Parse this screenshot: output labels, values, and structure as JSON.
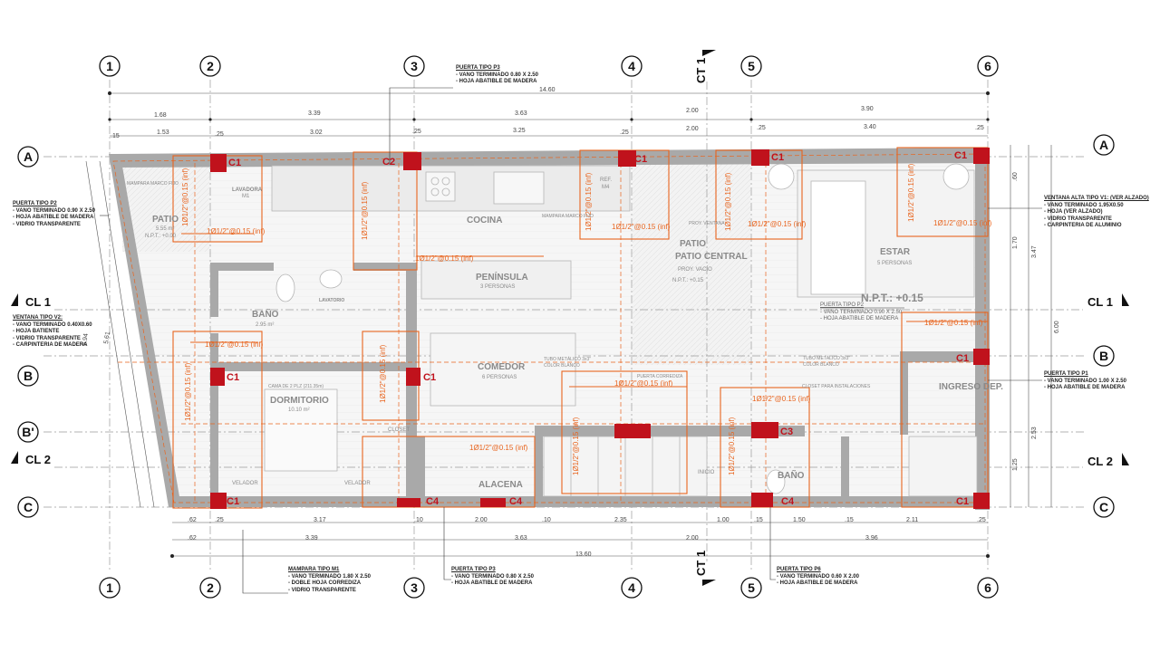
{
  "grid": {
    "columns": [
      "1",
      "2",
      "3",
      "4",
      "5",
      "6"
    ],
    "rows": [
      "A",
      "B",
      "B'",
      "C"
    ]
  },
  "sections": {
    "cl1": "CL 1",
    "cl2": "CL 2",
    "ct1": "CT 1"
  },
  "dimensions": {
    "top_total": "14.60",
    "top_row1": [
      "1.68",
      "3.39",
      "3.63",
      "2.00",
      "3.90"
    ],
    "top_row2": [
      "1.53",
      "3.02",
      "3.25",
      "2.00",
      "3.40"
    ],
    "top_small": [
      ".15",
      ".25",
      ".25",
      ".25",
      ".25",
      ".25"
    ],
    "bottom_row1": [
      ".62",
      ".25",
      "3.17",
      ".10",
      "2.00",
      ".10",
      "2.35",
      "1.00",
      ".15",
      "1.50",
      ".15",
      "2.11",
      ".25"
    ],
    "bottom_row2": [
      ".62",
      "3.39",
      "3.63",
      "2.00",
      "3.96"
    ],
    "bottom_total": "13.60",
    "right_side": [
      "3.47",
      "6.00",
      "2.53",
      "1.25",
      ".60",
      "1.70"
    ],
    "left_side": [
      "5.94",
      "5.61"
    ]
  },
  "columns_tags": {
    "c1": "C1",
    "c2": "C2",
    "c3": "C3",
    "c4": "C4"
  },
  "rebar": {
    "horizontal": "1Ø1/2\"@0.15 (inf)",
    "vertical": "1Ø1/2\"@0.15 (inf)"
  },
  "rooms": {
    "patio": "PATIO",
    "patio_area": "5.55 m²",
    "npt_patio": "N.P.T.: +0.00",
    "lavadora": "LAVADORA",
    "lavadora_id": "M1",
    "cocina": "COCINA",
    "peninsula": "PENÍNSULA",
    "peninsula_sub": "3 PERSONAS",
    "bano1": "BAÑO",
    "bano1_area": "2.95 m²",
    "lavatorio": "LAVATORIO",
    "comedor": "COMEDOR",
    "comedor_sub": "6 PERSONAS",
    "dormitorio": "DORMITORIO",
    "dormitorio_area": "10.10 m²",
    "cama": "CAMA DE 2 PLZ (211.35m)",
    "alacena": "ALACENA",
    "patio_central": "PATIO CENTRAL",
    "proy_vacio": "PROY. VACÍO",
    "npt_central": "N.P.T.: +0.15",
    "estar": "ESTAR",
    "estar_sub": "5 PERSONAS",
    "npt_estar": "N.P.T.: +0.15",
    "ingreso": "INGRESO DEP.",
    "bano2": "BAÑO",
    "closet": "CLOSET",
    "inicio": "INICIO",
    "velador1": "VELADOR",
    "velador2": "VELADOR",
    "tubo1": "TUBO METÁLICO 3x3\"",
    "tubo1_color": "COLOR BLANCO",
    "tubo2": "TUBO METÁLICO 3x3\"",
    "tubo2_color": "COLOR BLANCO",
    "closet_inst": "CLOSET PARA INSTALACIONES",
    "mampara_marco": "MAMPARA MARCO FIJO",
    "mampara_marco2": "MAMPARA MARCO FIJO",
    "puerta_corrediza": "PUERTA CORREDIZA",
    "proy_ventana": "PROY. VENTANA",
    "ref": "REF.",
    "ref_id": "M4"
  },
  "callouts": {
    "p3_top": {
      "title": "PUERTA TIPO P3",
      "lines": [
        "- VANO TERMINADO 0.80 X 2.50",
        "- HOJA ABATIBLE DE MADERA"
      ]
    },
    "p2_left": {
      "title": "PUERTA TIPO P2",
      "lines": [
        "- VANO TERMINADO 0.90 X 2.50",
        "- HOJA ABATIBLE DE MADERA",
        "- VIDRIO TRANSPARENTE"
      ]
    },
    "v2_left": {
      "title": "VENTANA TIPO V2:",
      "lines": [
        "- VANO TERMINADO 0.40X0.60",
        "- HOJA BATIENTE",
        "- VIDRIO TRANSPARENTE",
        "- CARPINTERIA DE MADERA"
      ]
    },
    "v1_right": {
      "title": "VENTANA ALTA TIPO V1: (VER ALZADO)",
      "lines": [
        "- VANO TERMINADO 1.95X0.50",
        "- HOJA (VER ALZADO)",
        "- VIDRIO TRANSPARENTE",
        "- CARPINTERIA DE ALUMINIO"
      ]
    },
    "p1_right": {
      "title": "PUERTA TIPO P1",
      "lines": [
        "- VANO TERMINADO 1.00 X 2.50",
        "- HOJA ABATIBLE DE MADERA"
      ]
    },
    "p2_mid": {
      "title": "PUERTA TIPO P2",
      "lines": [
        "- VANO TERMINADO 0.90 X 2.50",
        "- HOJA ABATIBLE DE MADERA"
      ]
    },
    "m1_bottom": {
      "title": "MAMPARA TIPO M1",
      "lines": [
        "- VANO TERMINADO 1.80 X 2.50",
        "- DOBLE HOJA CORREDIZA",
        "- VIDRIO TRANSPARENTE"
      ]
    },
    "p3_bottom": {
      "title": "PUERTA TIPO P3",
      "lines": [
        "- VANO TERMINADO 0.80 X 2.50",
        "- HOJA ABATIBLE DE MADERA"
      ]
    },
    "p6_bottom": {
      "title": "PUERTA TIPO P6",
      "lines": [
        "- VANO TERMINADO 0.60 X 2.00",
        "- HOJA ABATIBLE DE MADERA"
      ]
    }
  },
  "colors": {
    "wall": "#a9a9a9",
    "wall_dark": "#7a7a7a",
    "column": "#c0121c",
    "rebar": "#e8641e",
    "floor": "#f1f1f1",
    "line": "#222222"
  }
}
